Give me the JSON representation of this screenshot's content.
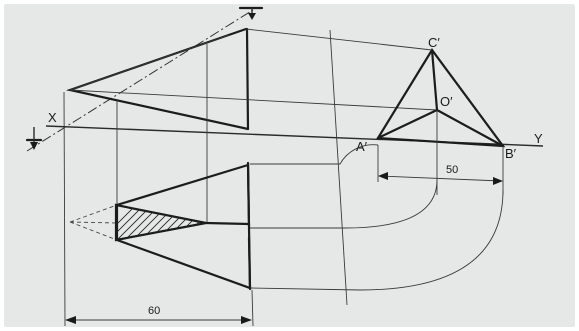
{
  "labels": {
    "x": "X",
    "y": "Y",
    "a_prime": "A′",
    "b_prime": "B′",
    "c_prime": "C′",
    "o_prime": "O′"
  },
  "dimensions": {
    "base_width": "50",
    "length": "60"
  }
}
